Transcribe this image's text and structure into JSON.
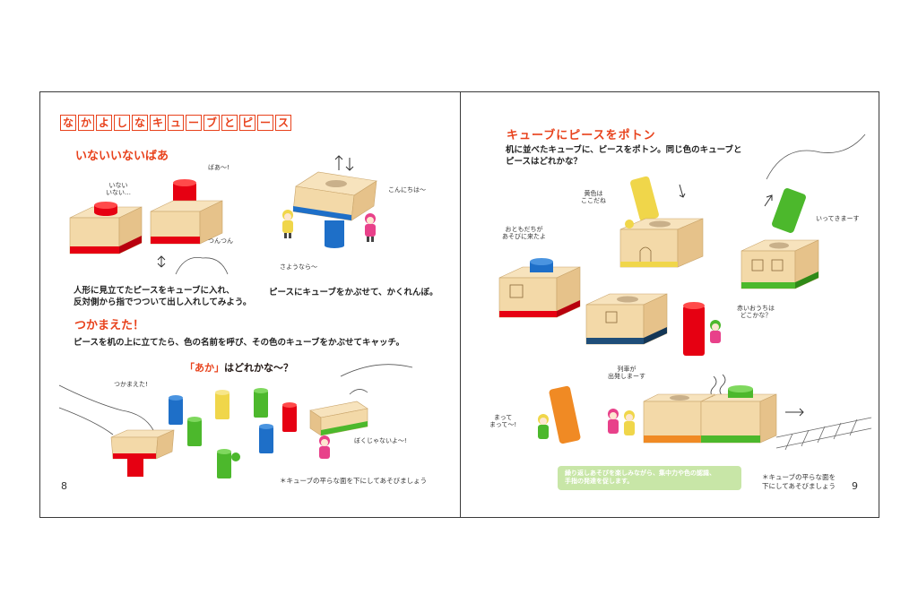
{
  "left": {
    "title_chars": [
      "な",
      "か",
      "よ",
      "し",
      "な",
      "キ",
      "ュ",
      "ー",
      "ブ",
      "と",
      "ピ",
      "ー",
      "ス"
    ],
    "section1": {
      "heading": "いないいないばあ",
      "bubble_inai": "いない\nいない…",
      "bubble_baa": "ばあ〜!",
      "label_tsuntsun": "つんつん",
      "caption": "人形に見立てたピースをキューブに入れ、\n反対側から指でつついて出し入れしてみよう。"
    },
    "section2": {
      "bubble_konnichiwa": "こんにちは〜",
      "bubble_sayounara": "さようなら〜",
      "caption": "ピースにキューブをかぶせて、かくれんぼ。"
    },
    "section3": {
      "heading": "つかまえた！",
      "caption": "ピースを机の上に立てたら、色の名前を呼び、その色のキューブをかぶせてキャッチ。",
      "question_aka": "「あか」",
      "question_rest": "はどれかな〜？",
      "bubble_tsukamaeta": "つかまえた!",
      "bubble_bokujanai": "ぼくじゃないよ〜!"
    },
    "page_number": "8",
    "note": "＊キューブの平らな面を下にしてあそびましょう"
  },
  "right": {
    "heading": "キューブにピースをポトン",
    "caption": "机に並べたキューブに、ピースをポトン。同じ色のキューブと\nピースはどれかな？",
    "bubble_kiiro": "黄色は\nここだね",
    "bubble_otomodachi": "おともだちが\nあそびに来たよ",
    "bubble_ittekimasu": "いってきまーす",
    "bubble_akai": "赤いおうちは\nどこかな？",
    "bubble_ressha": "列車が\n出発しまーす",
    "bubble_matte": "まって\nまって〜!",
    "green_note": "繰り返しあそびを楽しみながら、集中力や色の認識、\n手指の発達を促します。",
    "note": "＊キューブの平らな面を\n下にしてあそびましょう",
    "page_number": "9"
  },
  "colors": {
    "accent_red": "#e8421c",
    "wood": "#f3d9a8",
    "wood_side": "#e6c28a",
    "red": "#e60012",
    "blue": "#1e6fc8",
    "yellow": "#f0d64a",
    "green": "#4cb82c",
    "orange": "#f08a24",
    "navy": "#1f4e79",
    "pink": "#e8418a",
    "note_green": "#c8e6a7"
  }
}
